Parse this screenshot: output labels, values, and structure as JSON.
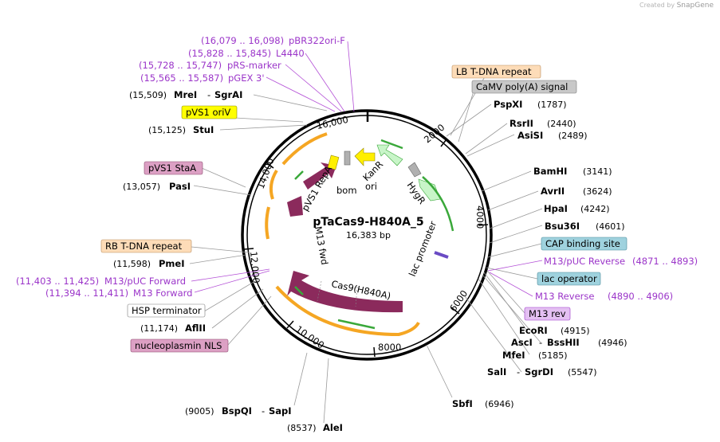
{
  "credit": {
    "prefix": "Created by",
    "brand": "SnapGene"
  },
  "plasmid": {
    "name": "pTaCas9-H840A_5",
    "size": "16,383 bp"
  },
  "ticks": [
    "2000",
    "4000",
    "6000",
    "8000",
    "10,000",
    "12,000",
    "14,000",
    "16,000"
  ],
  "sites": [
    {
      "id": "mrei",
      "name": "MreI",
      "name2": "SgrAI",
      "pos": "(15,509)"
    },
    {
      "id": "stui",
      "name": "StuI",
      "pos": "(15,125)"
    },
    {
      "id": "pasi",
      "name": "PasI",
      "pos": "(13,057)"
    },
    {
      "id": "pmei",
      "name": "PmeI",
      "pos": "(11,598)"
    },
    {
      "id": "aflii",
      "name": "AflII",
      "pos": "(11,174)"
    },
    {
      "id": "bspqi",
      "name": "BspQI",
      "name2": "SapI",
      "pos": "(9005)"
    },
    {
      "id": "alei",
      "name": "AleI",
      "pos": "(8537)"
    },
    {
      "id": "sbfi",
      "name": "SbfI",
      "pos": "(6946)"
    },
    {
      "id": "sali",
      "name": "SalI",
      "name2": "SgrDI",
      "pos": "(5547)"
    },
    {
      "id": "mfei",
      "name": "MfeI",
      "pos": "(5185)"
    },
    {
      "id": "asci",
      "name": "AscI",
      "name2": "BssHII",
      "pos": "(4946)"
    },
    {
      "id": "ecori",
      "name": "EcoRI",
      "pos": "(4915)"
    },
    {
      "id": "bsu36i",
      "name": "Bsu36I",
      "pos": "(4601)"
    },
    {
      "id": "hpai",
      "name": "HpaI",
      "pos": "(4242)"
    },
    {
      "id": "avrii",
      "name": "AvrII",
      "pos": "(3624)"
    },
    {
      "id": "bamhi",
      "name": "BamHI",
      "pos": "(3141)"
    },
    {
      "id": "asisi",
      "name": "AsiSI",
      "pos": "(2489)"
    },
    {
      "id": "rsrii",
      "name": "RsrII",
      "pos": "(2440)"
    },
    {
      "id": "pspxi",
      "name": "PspXI",
      "pos": "(1787)"
    }
  ],
  "primers": [
    {
      "id": "pbr322",
      "range": "(16,079 .. 16,098)",
      "name": "pBR322ori-F"
    },
    {
      "id": "l4440",
      "range": "(15,828 .. 15,845)",
      "name": "L4440"
    },
    {
      "id": "prs",
      "range": "(15,728 .. 15,747)",
      "name": "pRS-marker"
    },
    {
      "id": "pgex",
      "range": "(15,565 .. 15,587)",
      "name": "pGEX 3'"
    },
    {
      "id": "m13fwd",
      "range": "(11,403 .. 11,425)",
      "name": "M13/pUC Forward"
    },
    {
      "id": "m13f",
      "range": "(11,394 .. 11,411)",
      "name": "M13 Forward"
    },
    {
      "id": "m13puc",
      "range": "(4871 .. 4893)",
      "name": "M13/pUC Reverse"
    },
    {
      "id": "m13rev",
      "range": "(4890 .. 4906)",
      "name": "M13 Reverse"
    }
  ],
  "boxes": [
    {
      "id": "lbtdna",
      "text": "LB T-DNA repeat",
      "color": "#fddcb8"
    },
    {
      "id": "camv",
      "text": "CaMV poly(A) signal",
      "color": "#c8c8c8"
    },
    {
      "id": "pvs1ori",
      "text": "pVS1 oriV",
      "color": "#ffff00"
    },
    {
      "id": "pvs1sta",
      "text": "pVS1 StaA",
      "color": "#dca0c4"
    },
    {
      "id": "rbtdna",
      "text": "RB T-DNA repeat",
      "color": "#fddcb8"
    },
    {
      "id": "hspterm",
      "text": "HSP terminator",
      "color": "#ffffff"
    },
    {
      "id": "nls",
      "text": "nucleoplasmin NLS",
      "color": "#dca0c4"
    },
    {
      "id": "cap",
      "text": "CAP binding site",
      "color": "#9fd2de"
    },
    {
      "id": "lacop",
      "text": "lac operator",
      "color": "#9fd2de"
    },
    {
      "id": "m13revbox",
      "text": "M13 rev",
      "color": "#e4c0f2"
    }
  ],
  "inner_labels": {
    "kanr": "KanR",
    "ori": "ori",
    "bom": "bom",
    "hygr": "HygR",
    "repa": "pVS1 RepA",
    "m13fwd": "M13 fwd",
    "cas9": "Cas9(H840A)",
    "lacpromoter": "lac promoter"
  },
  "colors": {
    "backbone": "#000000",
    "cas9": "#8b2a5c",
    "repa": "#8b2a5c",
    "kanr": "#ffef00",
    "hygr": "#c8f5c8",
    "orange": "#f5a623",
    "green_arrow": "#3aa83a",
    "purple_text": "#9b35c9"
  }
}
